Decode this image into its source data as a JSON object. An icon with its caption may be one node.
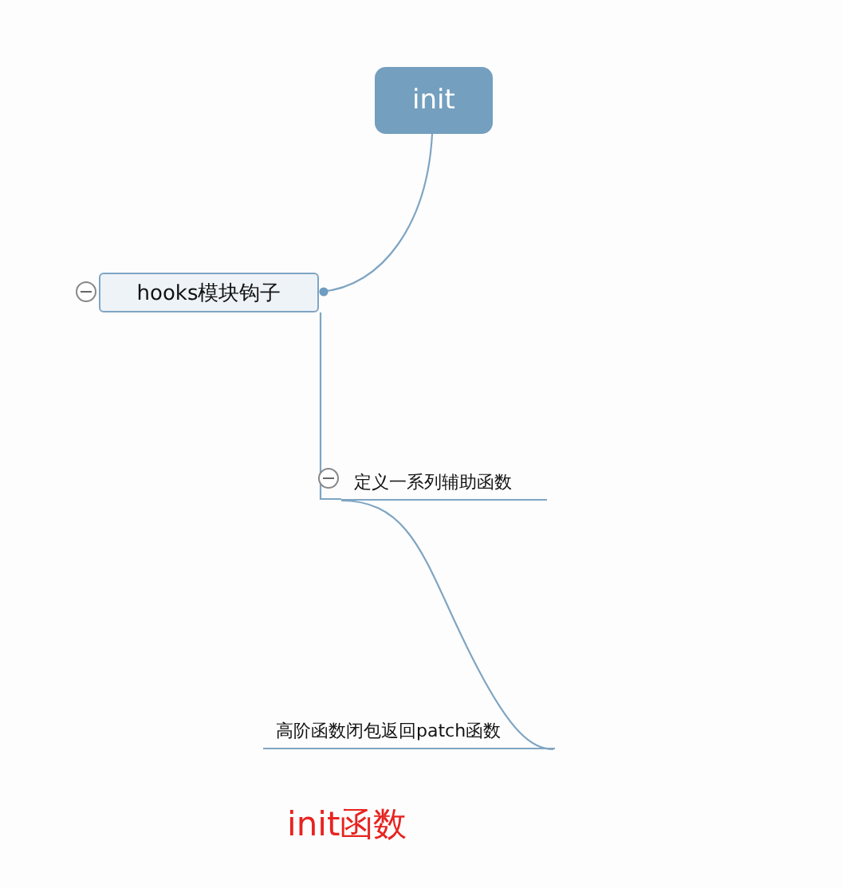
{
  "diagram": {
    "caption": "init函数",
    "nodes": [
      {
        "text": [
          "init"
        ]
      },
      {
        "text": [
          "hooks模块钩子"
        ]
      },
      {
        "text": [
          "定义一系列辅助函数"
        ]
      },
      {
        "text": [
          "高阶函数闭包返回patch函数"
        ]
      }
    ],
    "edges": [
      {
        "from": 0,
        "to": 1,
        "arrow": "other"
      },
      {
        "from": 1,
        "to": 2,
        "arrow": "none"
      },
      {
        "from": 2,
        "to": 3,
        "arrow": "none"
      }
    ]
  }
}
